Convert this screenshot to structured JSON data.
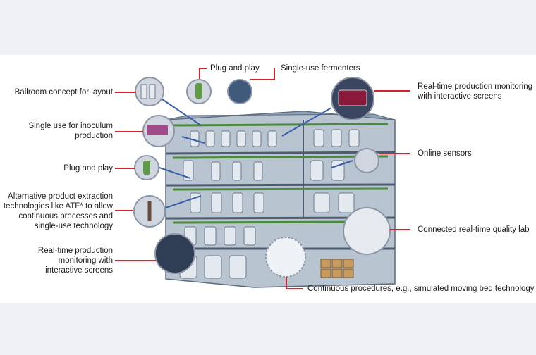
{
  "callouts": {
    "ballroom": "Ballroom concept for layout",
    "inoculum_1": "Single use for inoculum",
    "inoculum_2": "production",
    "plug_play_left": "Plug and play",
    "atf_1": "Alternative product extraction",
    "atf_2": "technologies like ATF* to allow",
    "atf_3": "continuous processes and",
    "atf_4": "single-use technology",
    "monitor_left_1": "Real-time production",
    "monitor_left_2": "monitoring with",
    "monitor_left_3": "interactive screens",
    "plug_play_top": "Plug and play",
    "single_use_fermenters": "Single-use fermenters",
    "monitor_right_1": "Real-time production monitoring",
    "monitor_right_2": "with interactive screens",
    "online_sensors": "Online sensors",
    "quality_lab": "Connected real-time quality lab",
    "continuous": "Continuous procedures, e.g., simulated moving bed technology"
  },
  "colors": {
    "leader": "#d6222a",
    "building": "#8fa3b8",
    "pipes": "#4b8a3c"
  }
}
